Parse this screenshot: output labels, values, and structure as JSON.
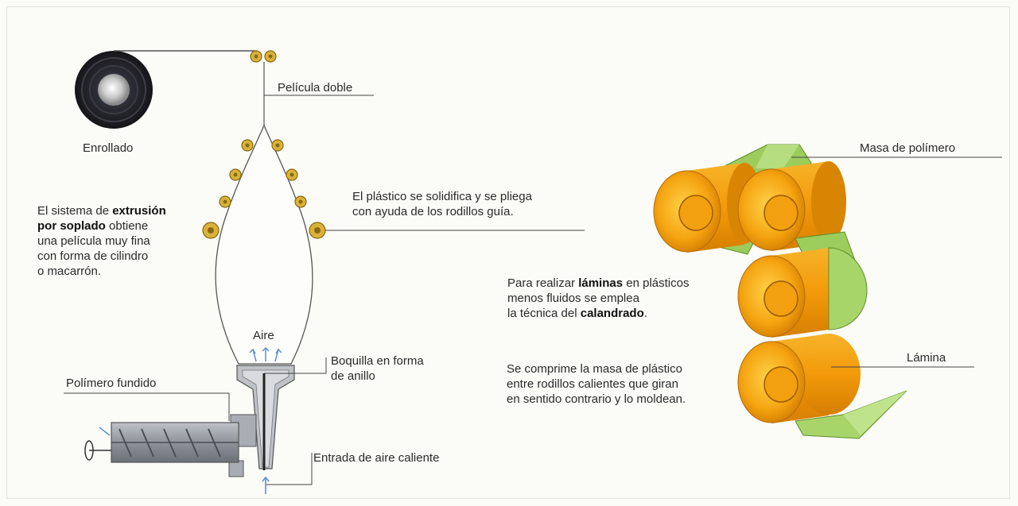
{
  "extrusion": {
    "enrollado": "Enrollado",
    "pelicula_doble": "Película doble",
    "solidifica": [
      "El plástico se solidifica y se pliega",
      "con ayuda de los rodillos guía."
    ],
    "sistema": {
      "l1_pre": "El sistema de ",
      "l1_bold": "extrusión",
      "l2_bold": "por soplado",
      "l2_post": " obtiene",
      "l3": "una película muy fina",
      "l4": "con forma de cilindro",
      "l5": "o macarrón."
    },
    "aire": "Aire",
    "boquilla": [
      "Boquilla en forma",
      "de anillo"
    ],
    "polimero_fundido": "Polímero fundido",
    "entrada_aire": "Entrada de aire caliente"
  },
  "calandrado": {
    "masa_polimero": "Masa de polímero",
    "realizar": {
      "l1_pre": "Para realizar ",
      "l1_bold": "láminas",
      "l1_post": " en plásticos",
      "l2": "menos fluidos se emplea",
      "l3_pre": "la técnica del ",
      "l3_bold": "calandrado",
      "l3_post": "."
    },
    "comprime": [
      "Se comprime la masa de plástico",
      "entre rodillos calientes que giran",
      "en sentido contrario y lo moldean."
    ],
    "lamina": "Lámina"
  },
  "colors": {
    "roller_orange": "#f5a411",
    "roller_dark": "#d27f06",
    "sheet_green": "#a8d56a",
    "sheet_dark": "#6fa335",
    "guide_roller": "#d8b23a",
    "line": "#333333"
  }
}
